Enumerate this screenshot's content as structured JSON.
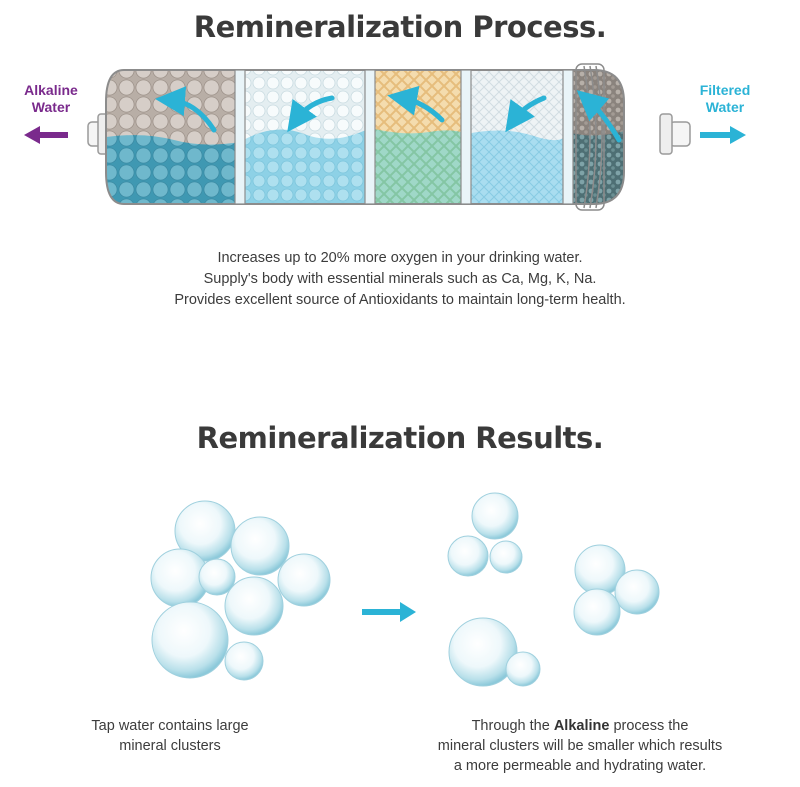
{
  "titles": {
    "process": "Remineralization Process.",
    "results": "Remineralization Results."
  },
  "labels": {
    "alkaline_line1": "Alkaline",
    "alkaline_line2": "Water",
    "filtered_line1": "Filtered",
    "filtered_line2": "Water"
  },
  "benefits": [
    "Increases up to 20% more oxygen in your drinking water.",
    "Supply's body with essential minerals such as Ca, Mg, K, Na.",
    "Provides excellent source of Antioxidants to maintain long-term health."
  ],
  "captions": {
    "left_line1": "Tap water contains large",
    "left_line2": "mineral clusters",
    "right_prefix": "Through the ",
    "right_bold": "Alkaline",
    "right_suffix": " process the",
    "right_line2": "mineral clusters will be smaller which results",
    "right_line3": "a more permeable and hydrating water."
  },
  "colors": {
    "alkaline": "#7a2a8c",
    "filtered": "#2bb3d6",
    "water": "#8fd3ea",
    "arrow": "#2bb3d6"
  }
}
